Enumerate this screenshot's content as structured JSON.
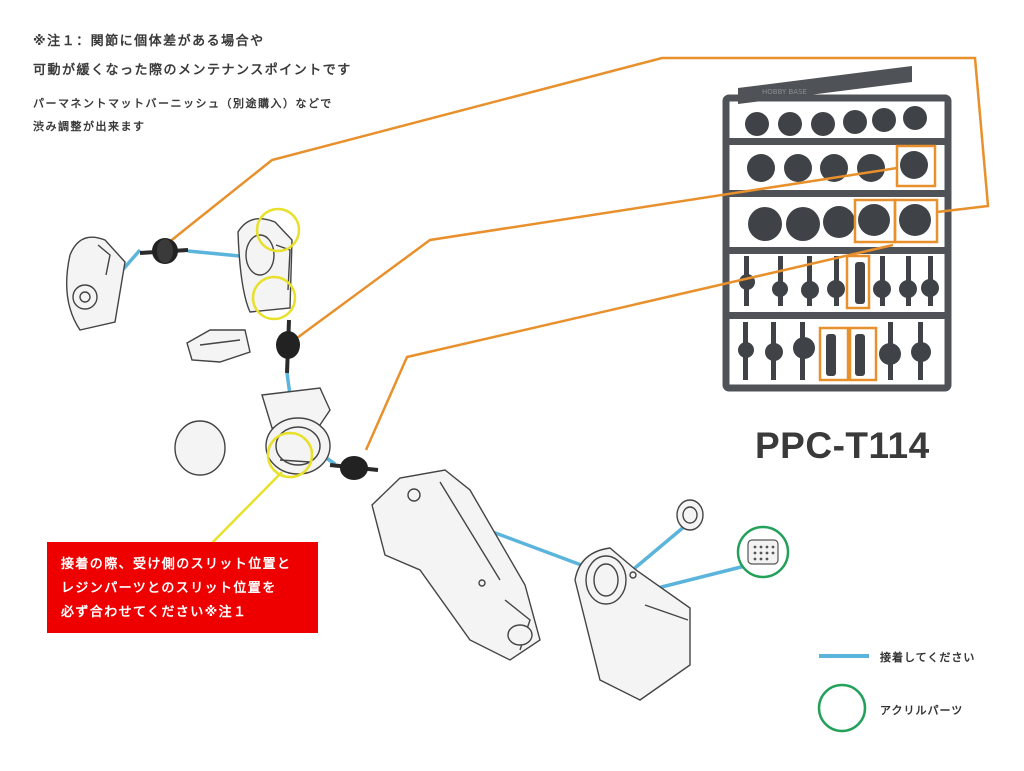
{
  "note": {
    "line1": "※注１：関節に個体差がある場合や",
    "line2": "可動が緩くなった際のメンテナンスポイントです",
    "line3": "パーマネントマットバーニッシュ（別途購入）などで",
    "line4": "渋み調整が出来ます"
  },
  "model_code": "PPC-T114",
  "sprue_label": "HOBBY BASE",
  "warning": {
    "line1": "接着の際、受け側のスリット位置と",
    "line2": "レジンパーツとのスリット位置を",
    "line3": "必ず合わせてください※注１"
  },
  "legend": {
    "glue": "接着してください",
    "acrylic": "アクリルパーツ"
  },
  "colors": {
    "orange_callout": "#e8902c",
    "glue_line": "#5ab4dc",
    "yellow_circle": "#e8e02a",
    "green_circle": "#23a05a",
    "warning_bg": "#ee0000",
    "sprue_gray": "#4f5357"
  }
}
